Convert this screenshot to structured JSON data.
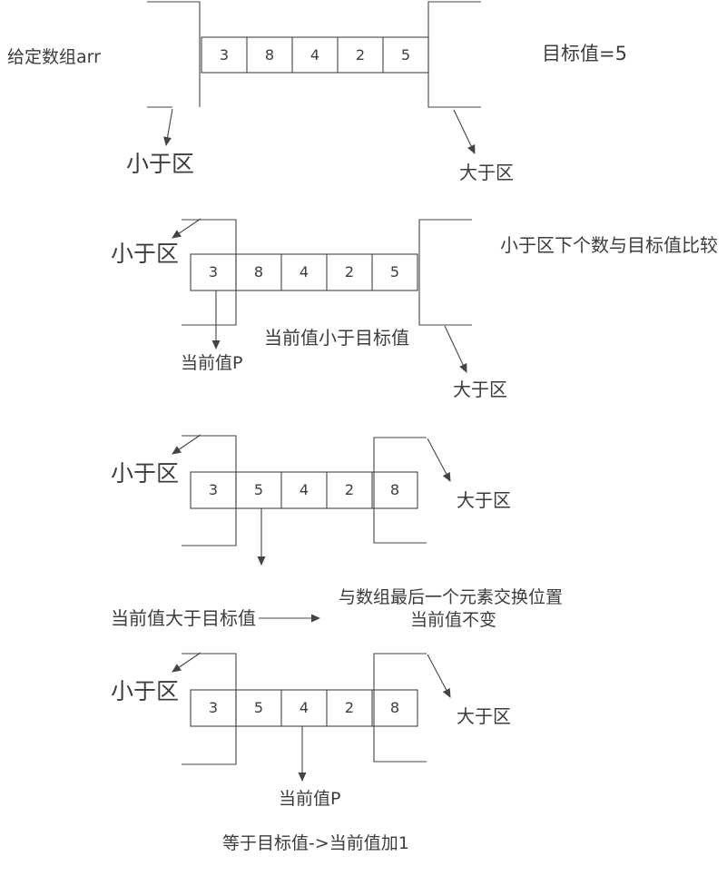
{
  "diagram": {
    "background": "#ffffff",
    "line_color": "#444444",
    "text_color": "#3c3c3c",
    "steps": [
      {
        "given_label": "给定数组arr",
        "target_label": "目标值=5",
        "cells": [
          "3",
          "8",
          "4",
          "2",
          "5"
        ],
        "less_label": "小于区",
        "greater_label": "大于区"
      },
      {
        "less_label": "小于区",
        "greater_label": "大于区",
        "cells": [
          "3",
          "8",
          "4",
          "2",
          "5"
        ],
        "note_right": "小于区下个数与目标值比较",
        "note_case": "当前值小于目标值",
        "pointer_label": "当前值P"
      },
      {
        "less_label": "小于区",
        "greater_label": "大于区",
        "cells": [
          "3",
          "5",
          "4",
          "2",
          "8"
        ],
        "note_case": "当前值大于目标值",
        "note_action1": "与数组最后一个元素交换位置",
        "note_action2": "当前值不变"
      },
      {
        "less_label": "小于区",
        "greater_label": "大于区",
        "cells": [
          "3",
          "5",
          "4",
          "2",
          "8"
        ],
        "pointer_label": "当前值P",
        "note_case": "等于目标值->当前值加1"
      }
    ]
  }
}
